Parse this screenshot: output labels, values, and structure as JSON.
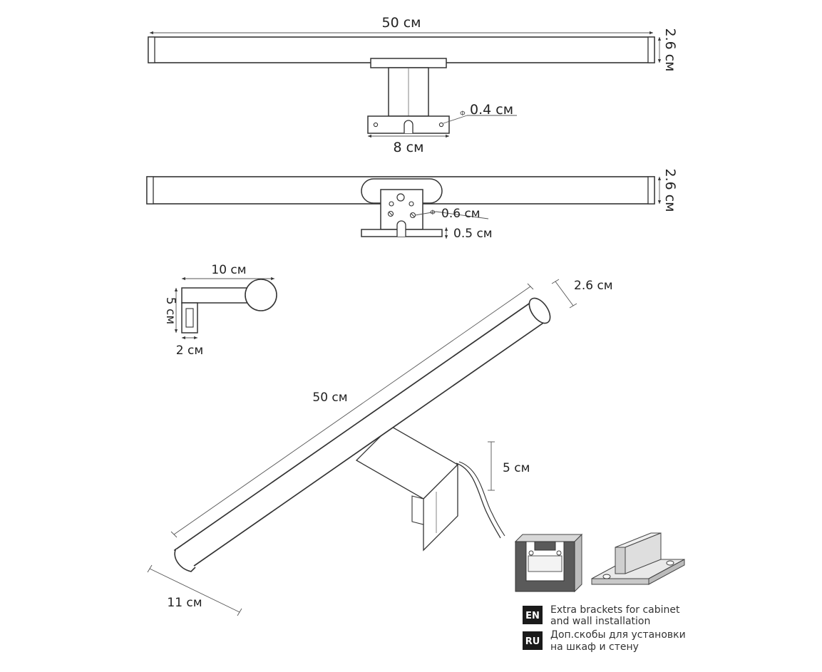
{
  "dimensions": {
    "top_length": "50 см",
    "top_height": "2.6 см",
    "top_hole": "0.4 см",
    "top_mount_width": "8 см",
    "mid_height": "2.6 см",
    "mid_hole": "0.6 см",
    "mid_thickness": "0.5 см",
    "side_depth": "10 см",
    "side_height": "5 см",
    "side_base": "2 см",
    "persp_diameter": "2.6 см",
    "persp_length": "50 см",
    "persp_bracket_height": "5 см",
    "persp_offset": "11 см"
  },
  "hole_symbol": "Ф",
  "legend": {
    "en_badge": "EN",
    "en_line1": "Extra brackets for cabinet",
    "en_line2": "and wall installation",
    "ru_badge": "RU",
    "ru_line1": "Доп.скобы для установки",
    "ru_line2": "на шкаф и стену"
  }
}
